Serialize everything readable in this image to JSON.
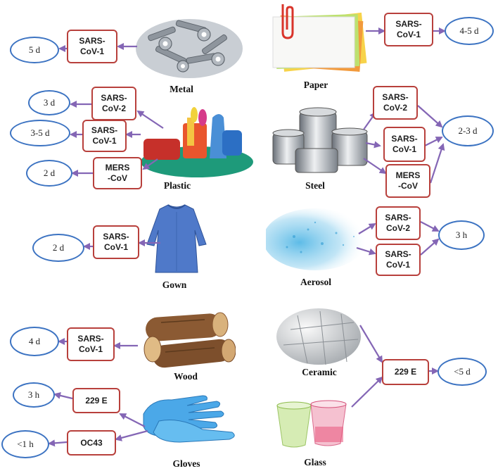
{
  "colors": {
    "arrow": "#8466b5",
    "box_border": "#b8403c",
    "ellipse_border": "#3c73c2"
  },
  "panels": {
    "metal": {
      "label": "Metal",
      "virus": "SARS-\nCoV-1",
      "time": "5 d"
    },
    "paper": {
      "label": "Paper",
      "virus": "SARS-\nCoV-1",
      "time": "4-5 d"
    },
    "plastic": {
      "label": "Plastic",
      "viruses": [
        "SARS-\nCoV-2",
        "SARS-\nCoV-1",
        "MERS\n-CoV"
      ],
      "times": [
        "3 d",
        "3-5 d",
        "2 d"
      ]
    },
    "steel": {
      "label": "Steel",
      "viruses": [
        "SARS-\nCoV-2",
        "SARS-\nCoV-1",
        "MERS\n-CoV"
      ],
      "time": "2-3 d"
    },
    "gown": {
      "label": "Gown",
      "virus": "SARS-\nCoV-1",
      "time": "2 d"
    },
    "aerosol": {
      "label": "Aerosol",
      "viruses": [
        "SARS-\nCoV-2",
        "SARS-\nCoV-1"
      ],
      "time": "3 h"
    },
    "wood": {
      "label": "Wood",
      "virus": "SARS-\nCoV-1",
      "time": "4 d"
    },
    "gloves": {
      "label": "Gloves",
      "viruses": [
        "229 E",
        "OC43"
      ],
      "times": [
        "3 h",
        "<1 h"
      ]
    },
    "ceramic": {
      "label": "Ceramic"
    },
    "glass": {
      "label": "Glass"
    },
    "ceramic_glass": {
      "virus": "229 E",
      "time": "<5 d"
    }
  },
  "images": [
    "metal-bolts-image",
    "paper-notes-image",
    "plastic-items-image",
    "steel-pots-image",
    "gown-image",
    "aerosol-spray-image",
    "wood-logs-image",
    "gloves-image",
    "ceramic-tiles-image",
    "glass-cups-image"
  ]
}
